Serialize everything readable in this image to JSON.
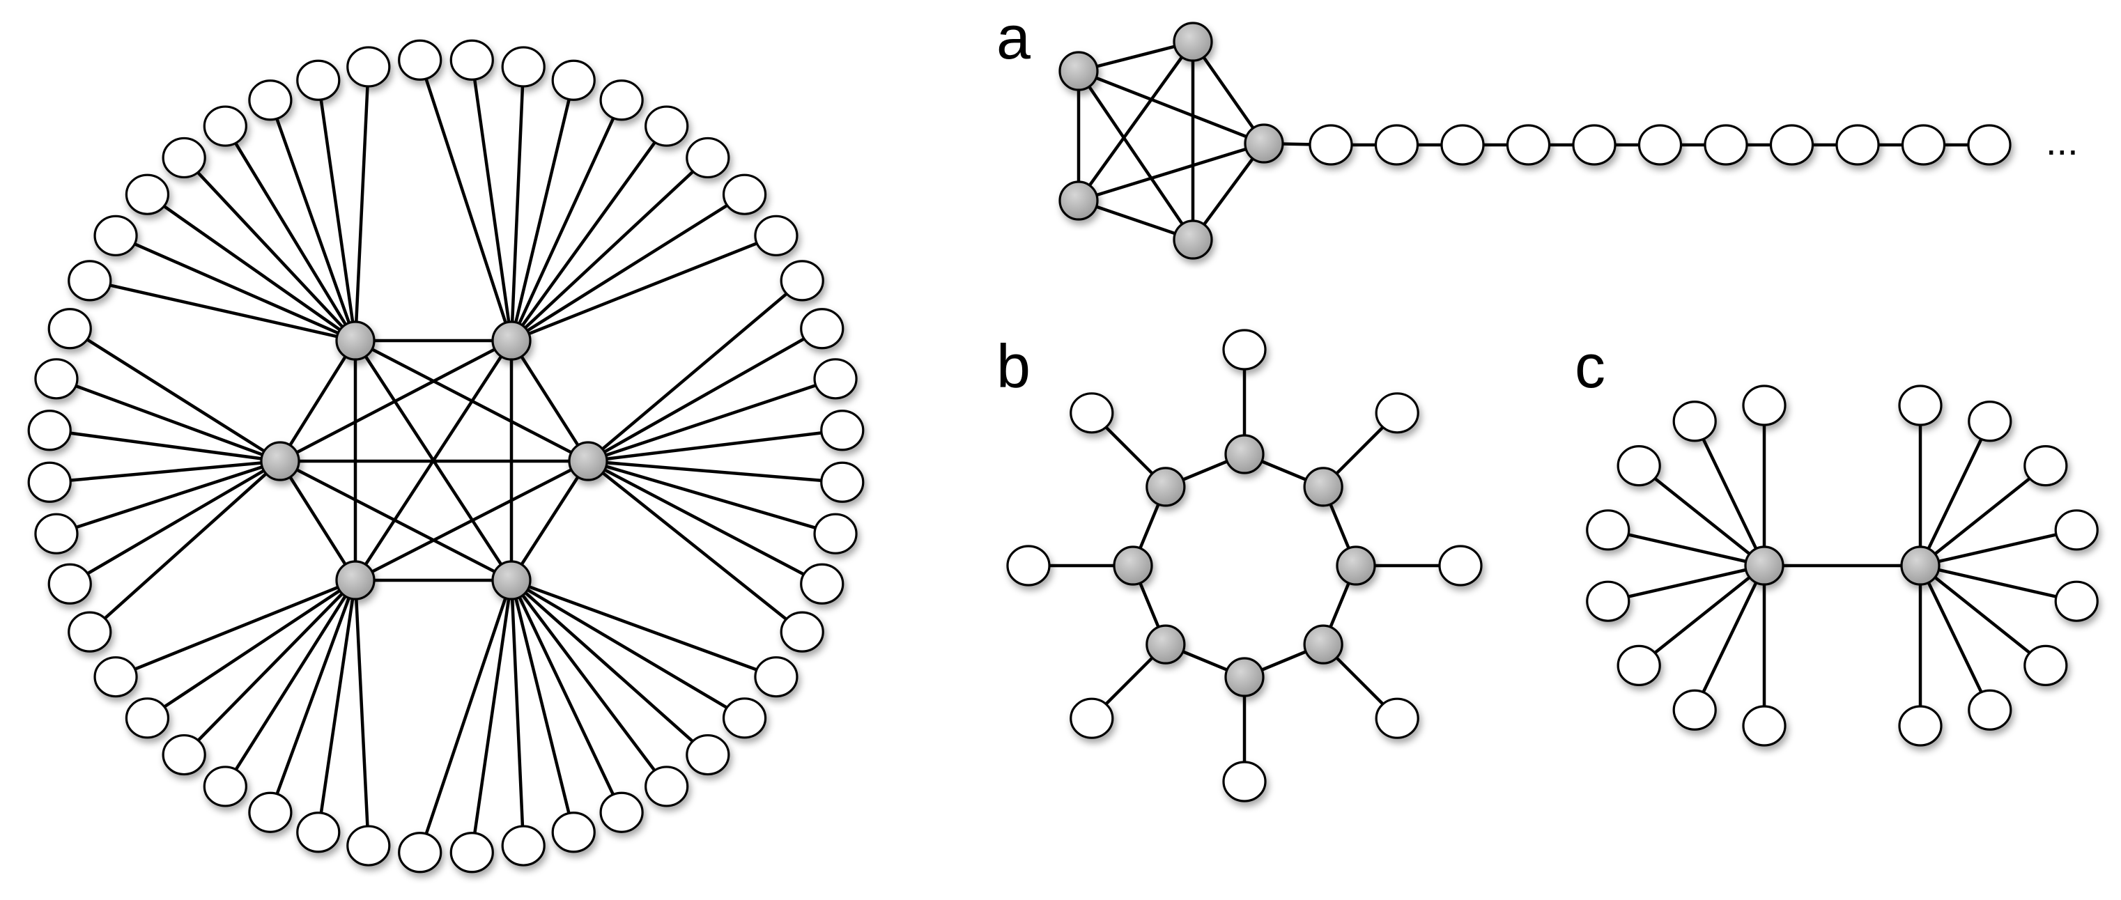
{
  "panels": {
    "a": {
      "label": "a",
      "continuation": "..."
    },
    "b": {
      "label": "b"
    },
    "c": {
      "label": "c"
    }
  },
  "colors": {
    "core_node": "#a8a8a8",
    "leaf_node": "#ffffff",
    "edge": "#000000"
  },
  "graphs": {
    "large": {
      "core_nodes": 6,
      "leaf_nodes": 48,
      "core_fully_connected": true
    },
    "a": {
      "clique_nodes": 5,
      "chain_nodes": 11,
      "chain_continues": true
    },
    "b": {
      "ring_nodes": 8,
      "leaves_per_ring_node": 1
    },
    "c": {
      "hub_nodes": 2,
      "leaves_per_hub": 8
    }
  }
}
